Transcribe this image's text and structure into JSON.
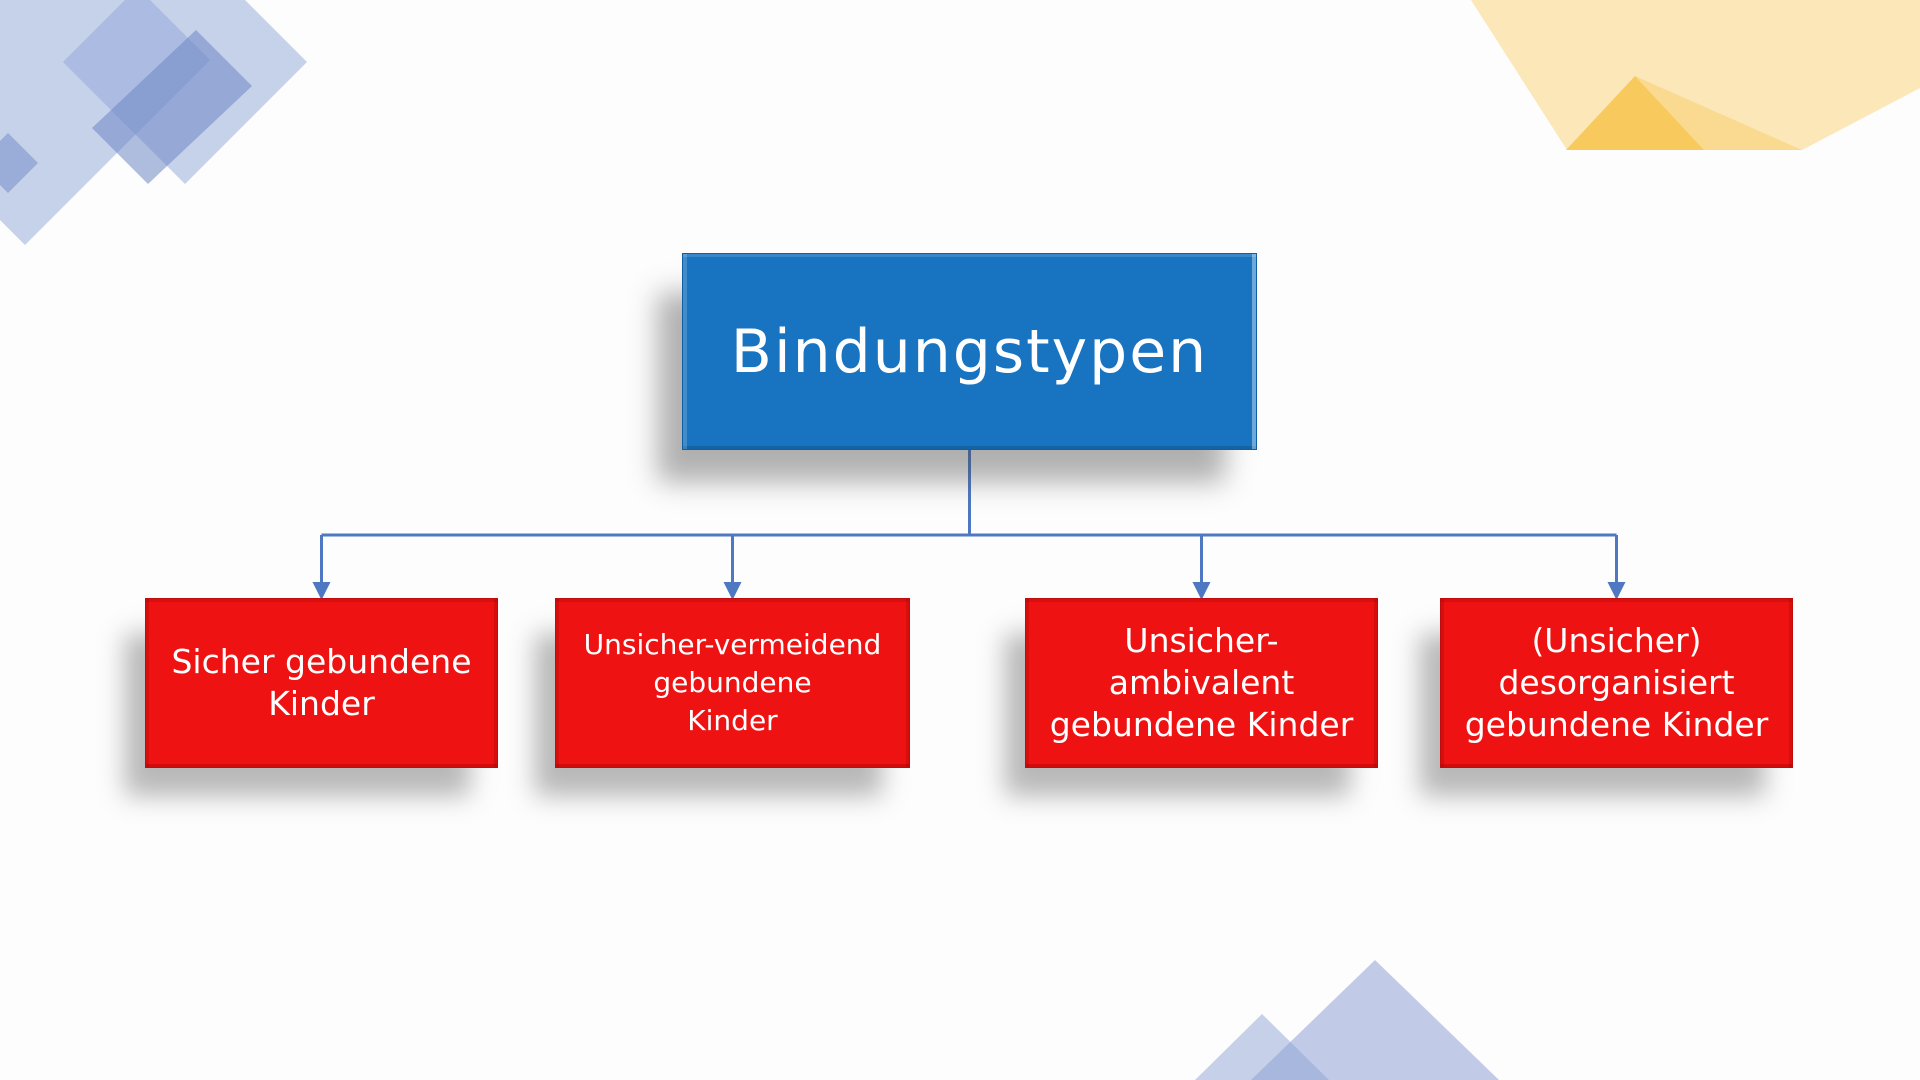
{
  "diagram": {
    "title_node": {
      "label": "Bindungstypen",
      "fill_color": "#1874c0",
      "text_color": "#ffffff"
    },
    "children": [
      {
        "lines": [
          "Sicher gebundene",
          "Kinder"
        ]
      },
      {
        "lines": [
          "Unsicher-vermeidend",
          "gebundene",
          "Kinder"
        ]
      },
      {
        "lines": [
          "Unsicher-",
          "ambivalent",
          "gebundene Kinder"
        ]
      },
      {
        "lines": [
          "(Unsicher)",
          "desorganisiert",
          "gebundene Kinder"
        ]
      }
    ],
    "child_fill_color": "#ee1212",
    "connector_color": "#4e79c2"
  },
  "decor": {
    "corner_blue_light": "#c7d2eb",
    "corner_blue_dark": "#8fa3d6",
    "corner_yellow_light": "#fbe3a8",
    "corner_yellow_dark": "#f9d274"
  }
}
